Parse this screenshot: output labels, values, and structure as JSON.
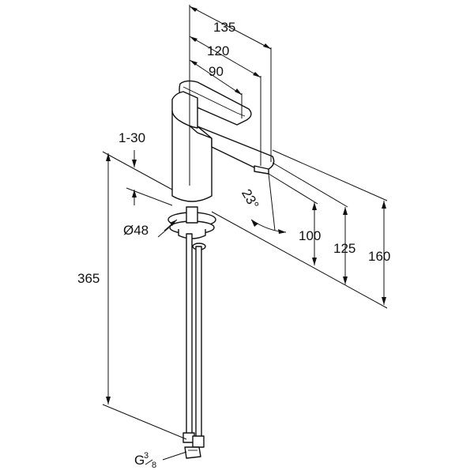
{
  "drawing": {
    "dimensions": {
      "width_135": "135",
      "width_120": "120",
      "width_90": "90",
      "adjust_range": "1-30",
      "height_100": "100",
      "height_125": "125",
      "height_160": "160",
      "height_365": "365",
      "angle": "23°",
      "diameter": "Ø48",
      "thread_main": "G",
      "thread_frac_num": "3",
      "thread_frac_den": "8"
    }
  }
}
